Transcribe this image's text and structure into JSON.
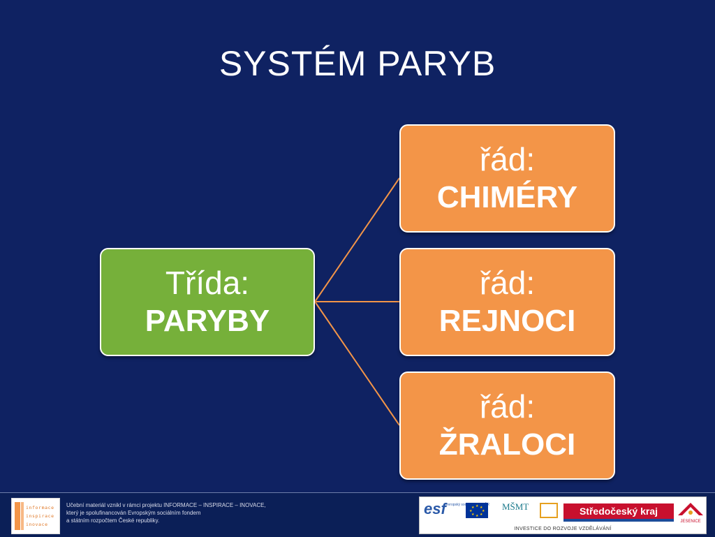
{
  "slide": {
    "title": "SYSTÉM PARYB"
  },
  "diagram": {
    "root": {
      "line1": "Třída:",
      "line2": "PARYBY"
    },
    "children": [
      {
        "line1": "řád:",
        "line2": "CHIMÉRY"
      },
      {
        "line1": "řád:",
        "line2": "REJNOCI"
      },
      {
        "line1": "řád:",
        "line2": "ŽRALOCI"
      }
    ],
    "colors": {
      "background": "#0f2262",
      "root_fill": "#76b03a",
      "child_fill": "#f39548",
      "connector": "#f39548"
    }
  },
  "footer": {
    "logo_lines": [
      "informace",
      "inspirace",
      "inovace"
    ],
    "text_lines": [
      "Učební materiál vznikl v rámci projektu INFORMACE – INSPIRACE – INOVACE,",
      "který je spolufinancován Evropským sociálním fondem",
      "a státním rozpočtem České republiky."
    ],
    "partners": {
      "esf": "esf",
      "esf_sub": "evropský sociální fond v ČR",
      "kraj": "Středočeský kraj",
      "investice": "INVESTICE DO ROZVOJE VZDĚLÁVÁNÍ",
      "house_text": "JESENICE"
    }
  }
}
